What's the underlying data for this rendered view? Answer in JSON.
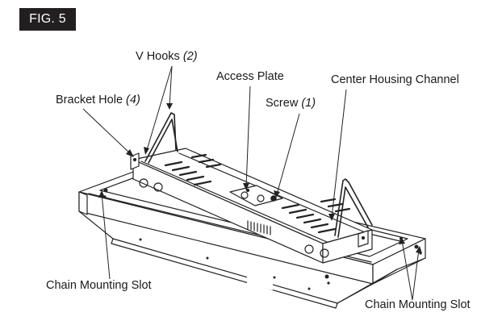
{
  "figure_label": "FIG. 5",
  "callouts": {
    "v_hooks": {
      "text": "V Hooks",
      "qty": "(2)"
    },
    "access_plate": {
      "text": "Access Plate"
    },
    "center_housing_channel": {
      "text": "Center Housing Channel"
    },
    "screw": {
      "text": "Screw",
      "qty": "(1)"
    },
    "bracket_hole": {
      "text": "Bracket Hole",
      "qty": "(4)"
    },
    "chain_slot_left": {
      "text": "Chain Mounting Slot"
    },
    "chain_slot_right": {
      "text": "Chain Mounting Slot"
    }
  }
}
